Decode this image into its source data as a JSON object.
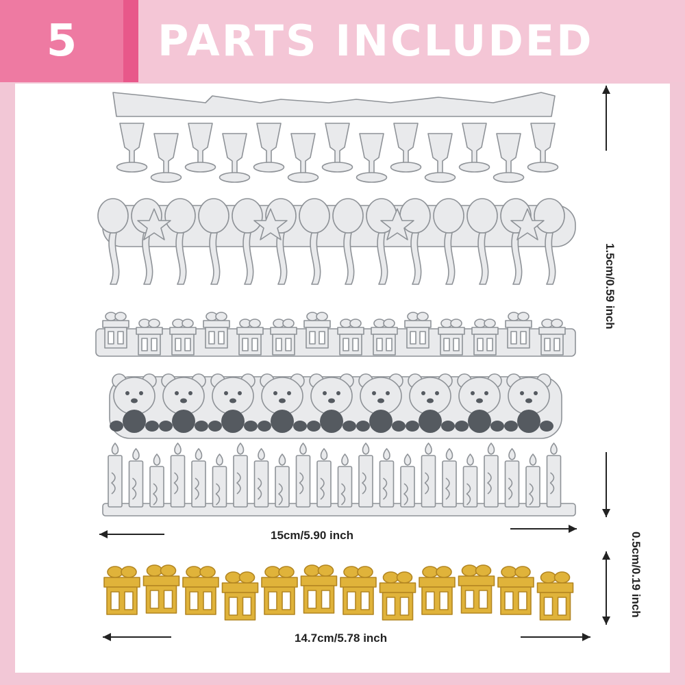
{
  "header": {
    "count": "5",
    "title": "PARTS INCLUDED"
  },
  "dimensions": {
    "height_silver": "1.5cm/0.59 inch",
    "width_silver": "15cm/5.90 inch",
    "height_gold": "0.5cm/0.19 inch",
    "width_gold": "14.7cm/5.78 inch"
  },
  "dies": [
    {
      "name": "wine glasses border",
      "finish": "silver"
    },
    {
      "name": "balloons border",
      "finish": "silver"
    },
    {
      "name": "gift boxes border",
      "finish": "silver"
    },
    {
      "name": "teddy bears border",
      "finish": "silver"
    },
    {
      "name": "candles border",
      "finish": "silver"
    },
    {
      "name": "gift boxes border",
      "finish": "gold"
    }
  ],
  "colors": {
    "background_pink": "#f2c7d6",
    "number_box": "#ee7aa2",
    "silver_fill": "#e9eaec",
    "silver_stroke": "#8e9297",
    "gold_fill": "#e0b33a",
    "gold_stroke": "#b28521"
  }
}
